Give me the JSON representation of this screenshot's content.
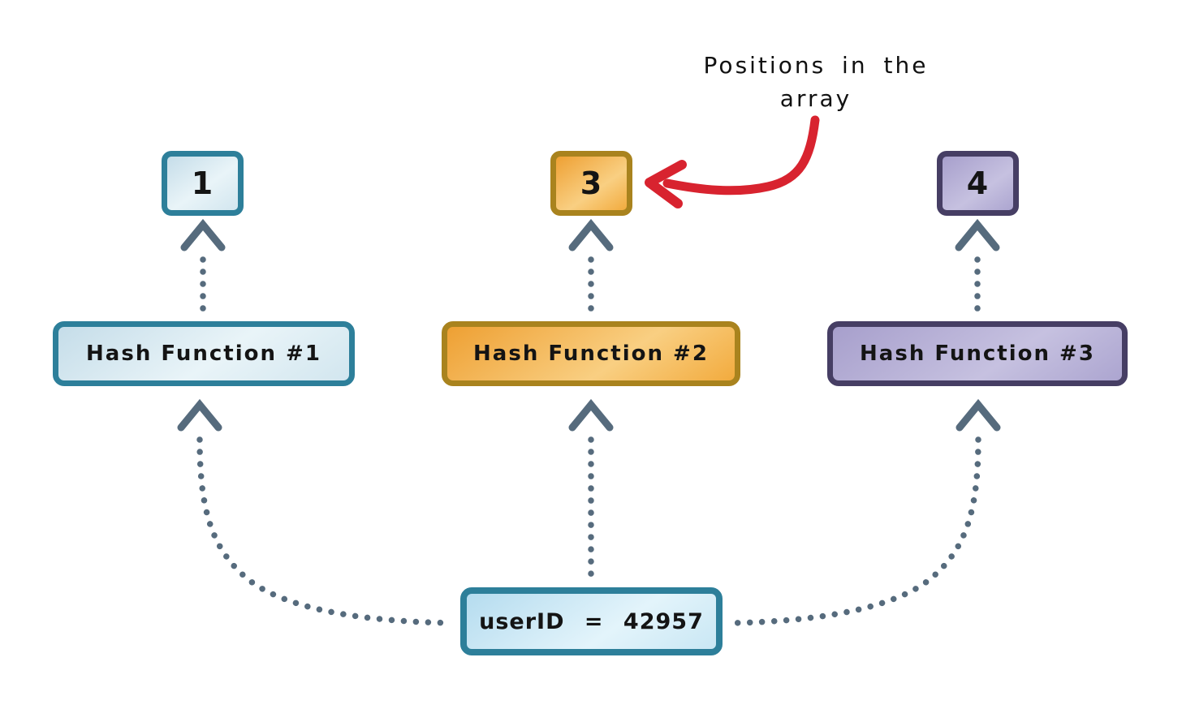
{
  "diagram": {
    "annotation": {
      "line1": "Positions in the",
      "line2": "array"
    },
    "positions": [
      {
        "value": "1",
        "theme": "teal"
      },
      {
        "value": "3",
        "theme": "orange"
      },
      {
        "value": "4",
        "theme": "purple"
      }
    ],
    "hash_functions": [
      {
        "label": "Hash Function #1",
        "theme": "teal"
      },
      {
        "label": "Hash Function #2",
        "theme": "orange"
      },
      {
        "label": "Hash Function #3",
        "theme": "purple"
      }
    ],
    "input_box": {
      "label": "userID = 42957"
    },
    "colors": {
      "teal_border": "#2d7f9a",
      "orange_border": "#a9831e",
      "purple_border": "#463e64",
      "connector_gray": "#566b7d",
      "arrow_red": "#d8232f",
      "text": "#141414",
      "background": "#ffffff"
    }
  }
}
